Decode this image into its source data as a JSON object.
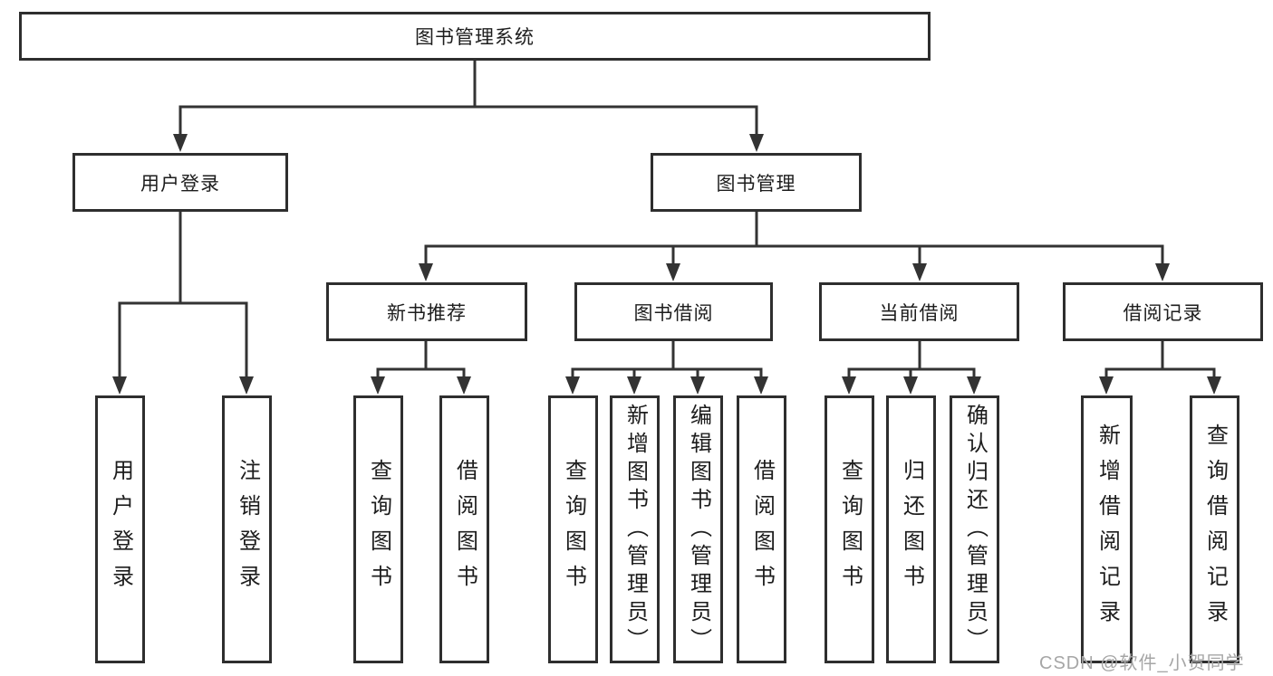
{
  "tree": {
    "root": "图书管理系统",
    "children": [
      {
        "label": "用户登录",
        "leaves": [
          "用户登录",
          "注销登录"
        ]
      },
      {
        "label": "图书管理",
        "children": [
          {
            "label": "新书推荐",
            "leaves": [
              "查询图书",
              "借阅图书"
            ]
          },
          {
            "label": "图书借阅",
            "leaves": [
              "查询图书",
              "新增图书（管理员）",
              "编辑图书（管理员）",
              "借阅图书"
            ]
          },
          {
            "label": "当前借阅",
            "leaves": [
              "查询图书",
              "归还图书",
              "确认归还（管理员）"
            ]
          },
          {
            "label": "借阅记录",
            "leaves": [
              "新增借阅记录",
              "查询借阅记录"
            ]
          }
        ]
      }
    ]
  },
  "watermark": "CSDN @软件_小贺同学",
  "colors": {
    "line": "#333333",
    "box_border": "#2e2e2e",
    "text": "#1d1d1d",
    "watermark": "#a6a6a6",
    "background": "#ffffff"
  }
}
